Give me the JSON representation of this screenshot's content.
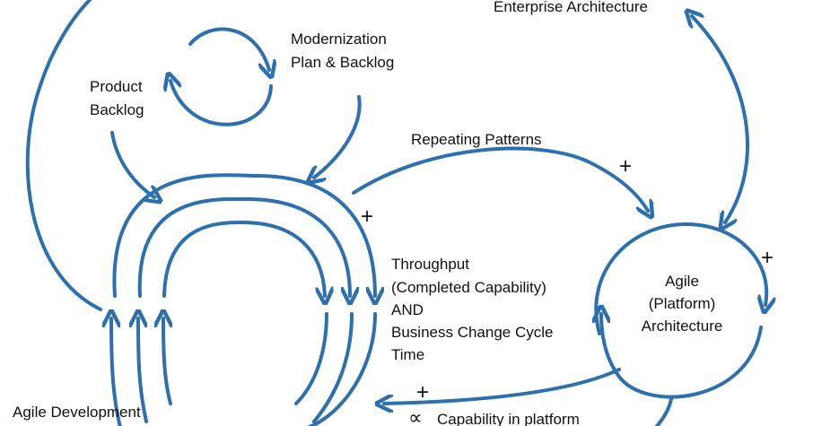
{
  "labels": {
    "enterprise_architecture": "Enterprise Architecture",
    "modernization_line1": "Modernization",
    "modernization_line2": "Plan & Backlog",
    "product_line1": "Product",
    "product_line2": "Backlog",
    "repeating_patterns": "Repeating Patterns",
    "throughput_line1": "Throughput",
    "throughput_line2": "(Completed Capability)",
    "throughput_line3": "AND",
    "throughput_line4": "Business Change Cycle",
    "throughput_line5": "Time",
    "agile_arch_line1": "Agile",
    "agile_arch_line2": "(Platform)",
    "agile_arch_line3": "Architecture",
    "agile_development": "Agile Development",
    "capability_in_platform": "Capability in platform"
  },
  "signs": {
    "plus_left": "+",
    "plus_repeating": "+",
    "plus_right": "+",
    "plus_bottom": "+",
    "proportional": "∝"
  },
  "colors": {
    "arrow": "#2e6fad",
    "text": "#111111",
    "background": "#ffffff"
  }
}
